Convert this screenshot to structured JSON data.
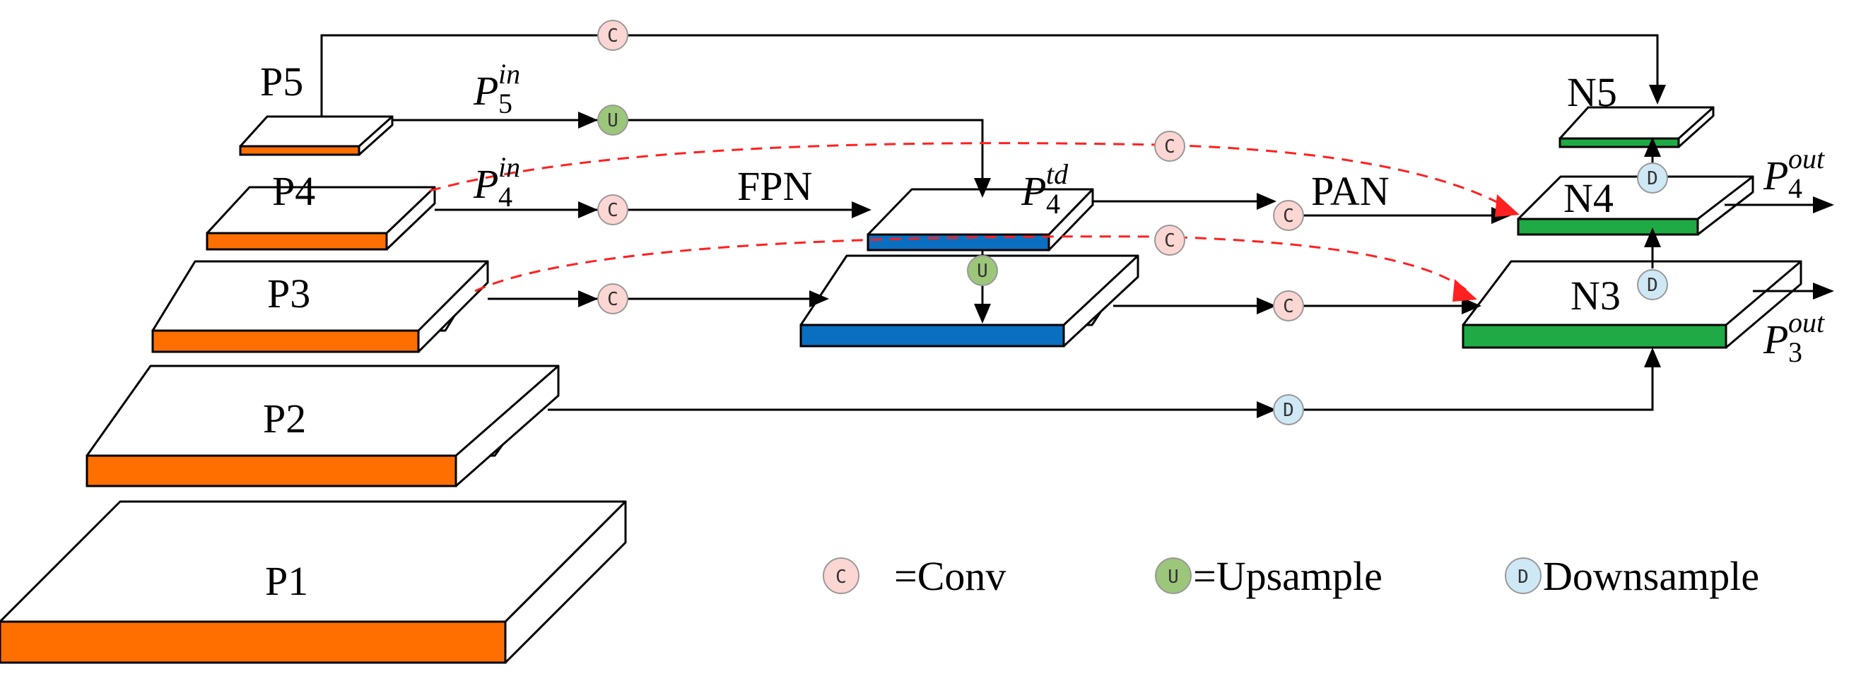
{
  "colors": {
    "backbone": "#ff6f00",
    "fpn": "#0a6fc0",
    "pan": "#1faa45",
    "conv": "#fcd6d2",
    "upsample": "#9cc67a",
    "downsample": "#cfe8f6",
    "dashed": "#ff2020"
  },
  "backbone": {
    "p1": "P1",
    "p2": "P2",
    "p3": "P3",
    "p4": "P4",
    "p5": "P5"
  },
  "neck": {
    "n3": "N3",
    "n4": "N4",
    "n5": "N5"
  },
  "labels": {
    "fpn": "FPN",
    "pan": "PAN",
    "p5_in": {
      "base": "P",
      "sub": "5",
      "sup": "in"
    },
    "p4_in": {
      "base": "P",
      "sub": "4",
      "sup": "in"
    },
    "p4_td": {
      "base": "P",
      "sub": "4",
      "sup": "td"
    },
    "p4_out": {
      "base": "P",
      "sub": "4",
      "sup": "out"
    },
    "p3_out": {
      "base": "P",
      "sub": "3",
      "sup": "out"
    }
  },
  "nodes": {
    "conv": "C",
    "upsample": "U",
    "downsample": "D"
  },
  "legend": {
    "conv": "=Conv",
    "upsample": "=Upsample",
    "downsample": "Downsample"
  }
}
